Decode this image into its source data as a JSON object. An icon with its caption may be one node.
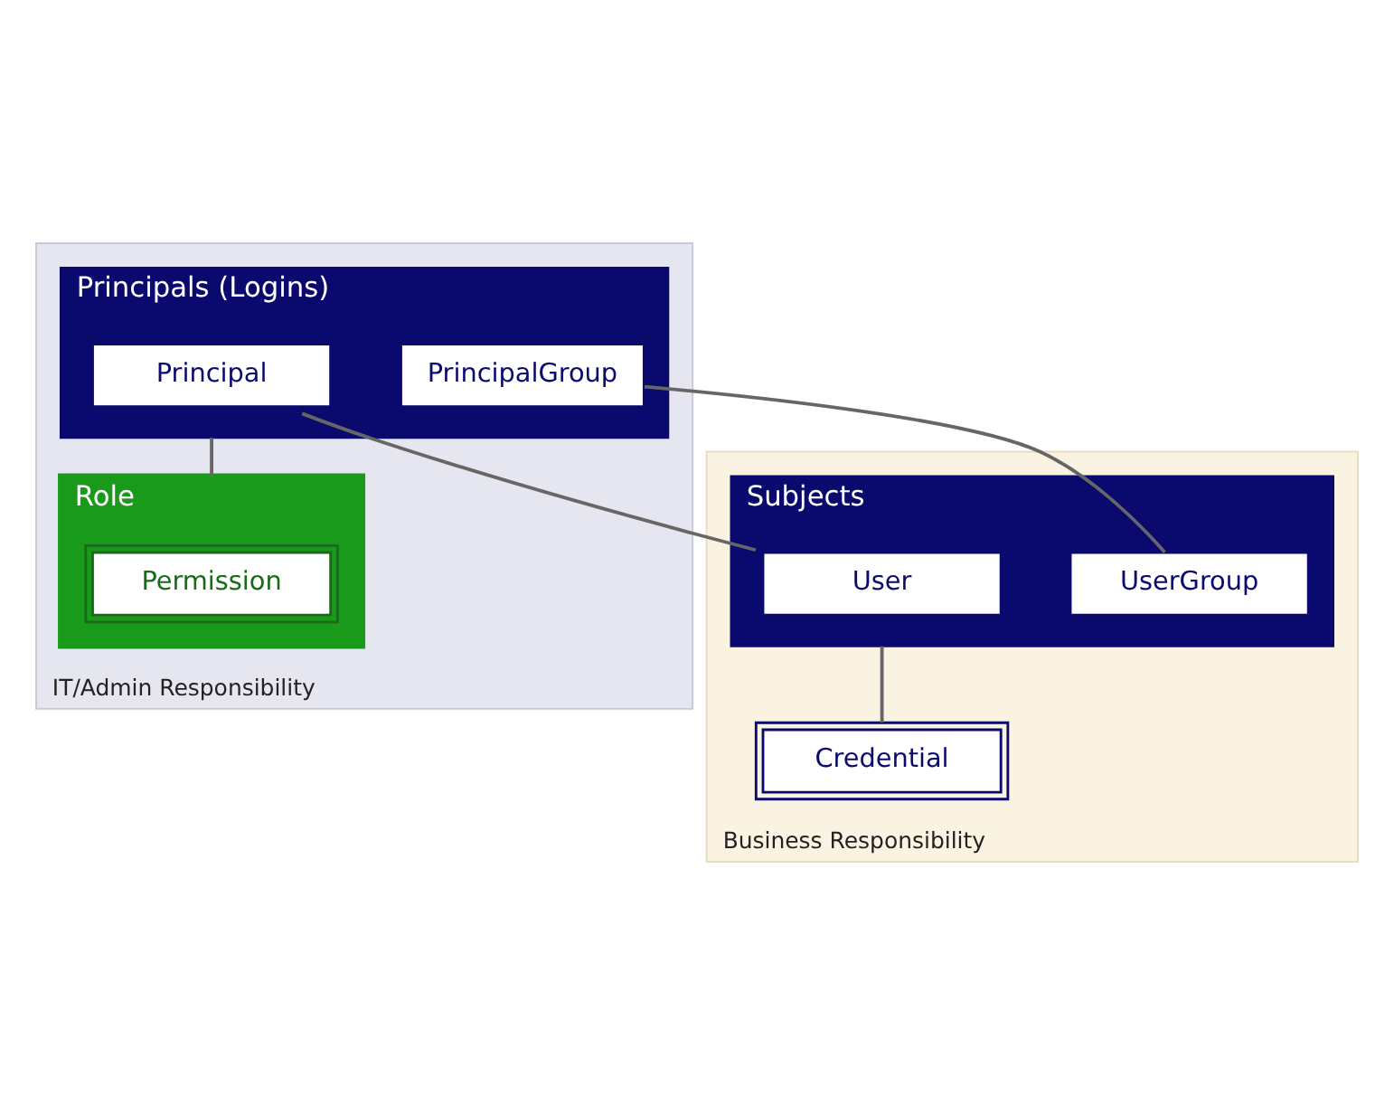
{
  "diagram": {
    "nodes": [
      {
        "text": [
          "IT/Admin Responsibility"
        ]
      },
      {
        "text": [
          "Principals (Logins)"
        ],
        "in": 0
      },
      {
        "text": [
          "PrincipalGroup"
        ],
        "in": 1
      },
      {
        "text": [
          "Principal"
        ],
        "in": 1
      },
      {
        "text": [
          "Role"
        ],
        "in": 0
      },
      {
        "text": [
          "Permission"
        ],
        "in": 4
      },
      {
        "text": [
          "Business Responsibility"
        ]
      },
      {
        "text": [
          "Subjects"
        ],
        "in": 6
      },
      {
        "text": [
          "UserGroup"
        ],
        "in": 7
      },
      {
        "text": [
          "User"
        ],
        "in": 7
      },
      {
        "text": [
          "Credential"
        ],
        "in": 6
      }
    ],
    "edges": [
      {
        "from": 2,
        "to": 8,
        "arrow": "none"
      },
      {
        "from": 3,
        "to": 9,
        "arrow": "none"
      },
      {
        "from": 1,
        "to": 4,
        "arrow": "none"
      },
      {
        "from": 7,
        "to": 10,
        "arrow": "none"
      }
    ]
  }
}
